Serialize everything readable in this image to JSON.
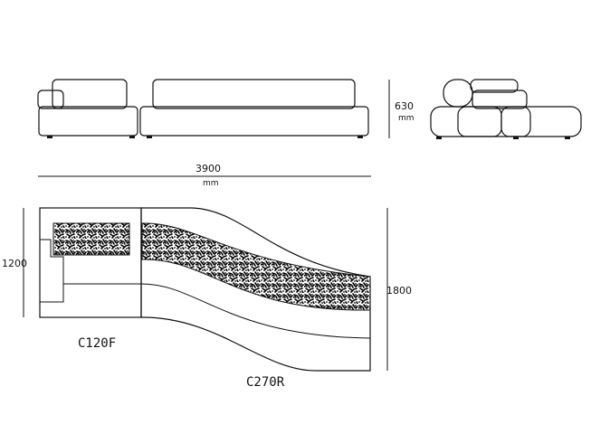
{
  "dimensions": {
    "height": "630",
    "height_unit": "mm",
    "width": "3900",
    "width_unit": "mm",
    "depth_left": "1200",
    "depth_right": "1800"
  },
  "modules": {
    "left": "C120F",
    "right": "C270R"
  },
  "colors": {
    "line": "#111111",
    "fill": "#ffffff"
  }
}
